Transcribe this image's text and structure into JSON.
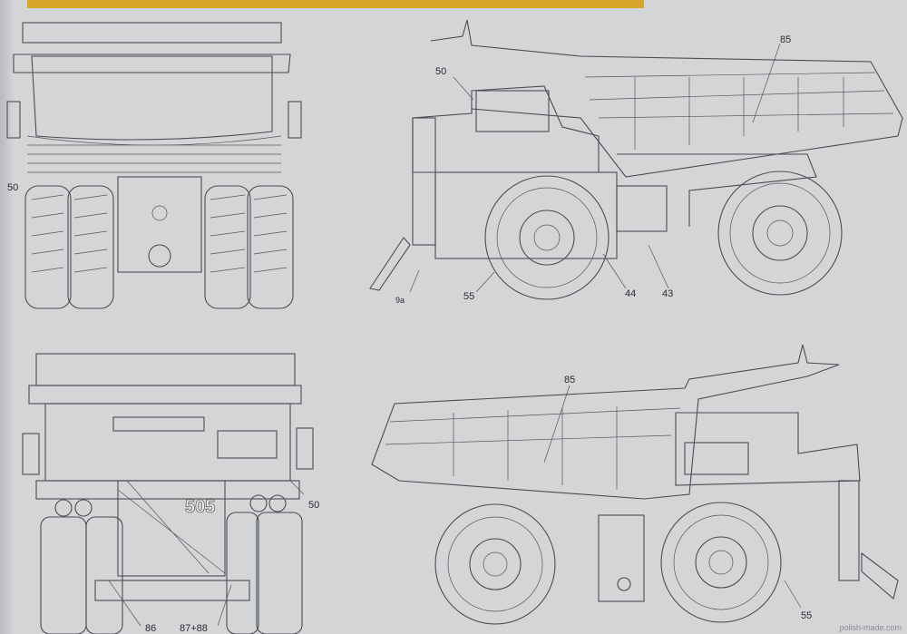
{
  "sheet": {
    "views": [
      {
        "name": "front-view",
        "labels": [
          "50"
        ]
      },
      {
        "name": "left-side-view",
        "labels": [
          "50",
          "85",
          "9a",
          "55",
          "44",
          "43"
        ]
      },
      {
        "name": "rear-view",
        "labels": [
          "50",
          "86",
          "87+88"
        ],
        "truck_number": "505"
      },
      {
        "name": "right-side-view",
        "labels": [
          "85",
          "55"
        ]
      }
    ],
    "watermark": "polish-made.com",
    "colors": {
      "paper": "#d3d5d7",
      "line": "#4a4c50",
      "accent_strip": "#d9a62a"
    }
  }
}
